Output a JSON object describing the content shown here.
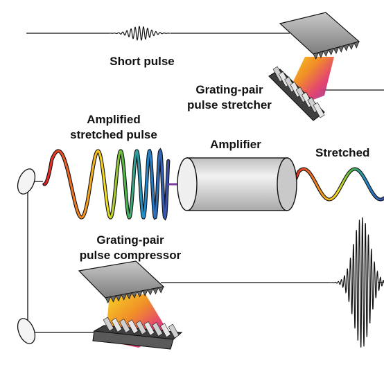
{
  "labels": {
    "short_pulse": "Short pulse",
    "stretcher_line1": "Grating-pair",
    "stretcher_line2": "pulse stretcher",
    "amplified_line1": "Amplified",
    "amplified_line2": "stretched pulse",
    "amplifier": "Amplifier",
    "stretched": "Stretched",
    "compressor_line1": "Grating-pair",
    "compressor_line2": "pulse compressor"
  },
  "colors": {
    "line": "#111111",
    "grating_top": "#9a9a9a",
    "grating_dark": "#4a4a4a",
    "cylinder": "#d8d8d8",
    "spectrum": [
      "#e21d24",
      "#f6a01a",
      "#f4e11c",
      "#4cb847",
      "#1f8fd0",
      "#3a4fa8",
      "#7a3fa0"
    ]
  }
}
